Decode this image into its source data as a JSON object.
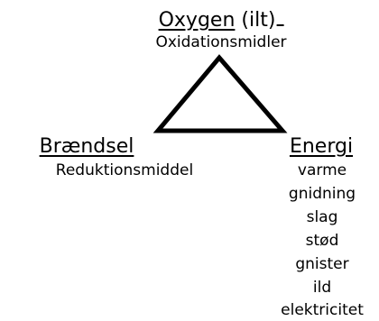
{
  "oxygen": {
    "name": "Oxygen",
    "paren": " (ilt)",
    "role": "Oxidationsmidler"
  },
  "fuel": {
    "name": "Brændsel",
    "role": "Reduktionsmiddel"
  },
  "energy": {
    "name": "Energi",
    "items": [
      "varme",
      "gnidning",
      "slag",
      "stød",
      "gnister",
      "ild",
      "elektricitet"
    ]
  }
}
